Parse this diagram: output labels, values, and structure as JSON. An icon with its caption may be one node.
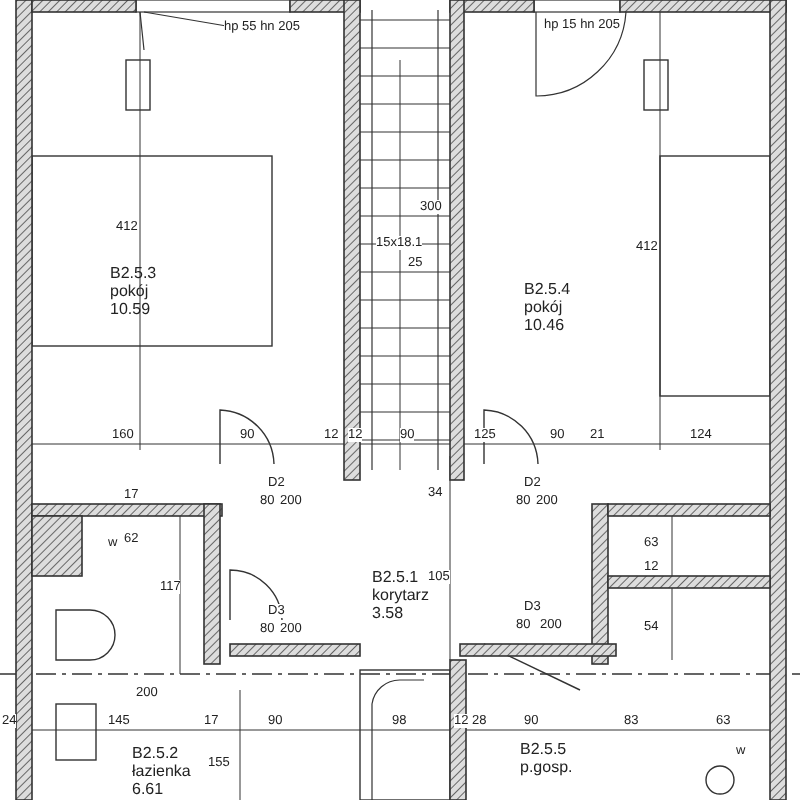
{
  "diagram": {
    "nodes": [
      {
        "text": [
          "B2.5.3 pokój 10.59"
        ]
      },
      {
        "text": [
          "B2.5.4 pokój 10.46"
        ]
      },
      {
        "text": [
          "B2.5.1 korytarz 3.58"
        ]
      },
      {
        "text": [
          "B2.5.2 łazienka 6.61"
        ]
      },
      {
        "text": [
          "B2.5.5 p.gosp."
        ]
      }
    ],
    "edges": [],
    "labels": [
      "hp 55 hn 205",
      "hp 15 hn 205",
      "300",
      "412",
      "15x18.1",
      "412",
      "25",
      "160",
      "90",
      "12",
      "12",
      "90",
      "125",
      "90",
      "21",
      "124",
      "D2",
      "80",
      "200",
      "34",
      "D2",
      "80",
      "200",
      "17",
      "62",
      "w",
      "117",
      "63",
      "12",
      "105",
      "54",
      "D3",
      "80",
      "200",
      "D3",
      "80",
      "200",
      "24",
      "145",
      "200",
      "17",
      "90",
      "98",
      "12",
      "28",
      "90",
      "83",
      "63",
      "155",
      "w"
    ]
  }
}
